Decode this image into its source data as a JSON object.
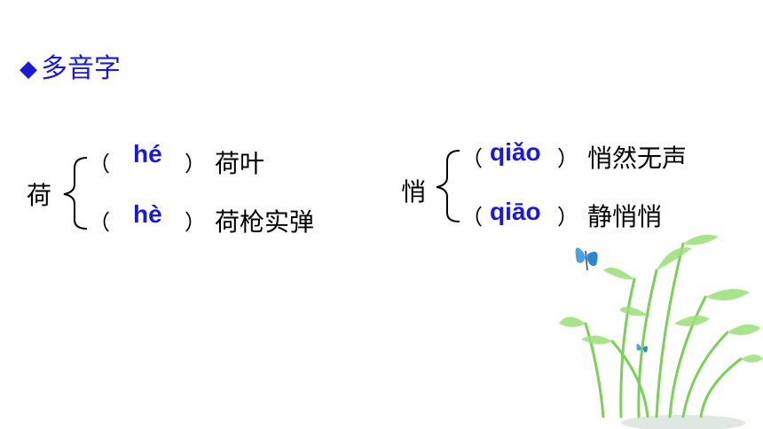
{
  "title": {
    "icon": "diamond-icon",
    "text": "多音字"
  },
  "open_paren": "（",
  "close_paren": "）",
  "groups": [
    {
      "char": "荷",
      "entries": [
        {
          "pinyin": "hé",
          "word": "荷叶"
        },
        {
          "pinyin": "hè",
          "word": "荷枪实弹"
        }
      ]
    },
    {
      "char": "悄",
      "entries": [
        {
          "pinyin": "qiǎo",
          "word": "悄然无声"
        },
        {
          "pinyin": "qiāo",
          "word": "静悄悄"
        }
      ]
    }
  ],
  "colors": {
    "accent": "#1a1ad6",
    "plant": "#7ccf5a"
  }
}
